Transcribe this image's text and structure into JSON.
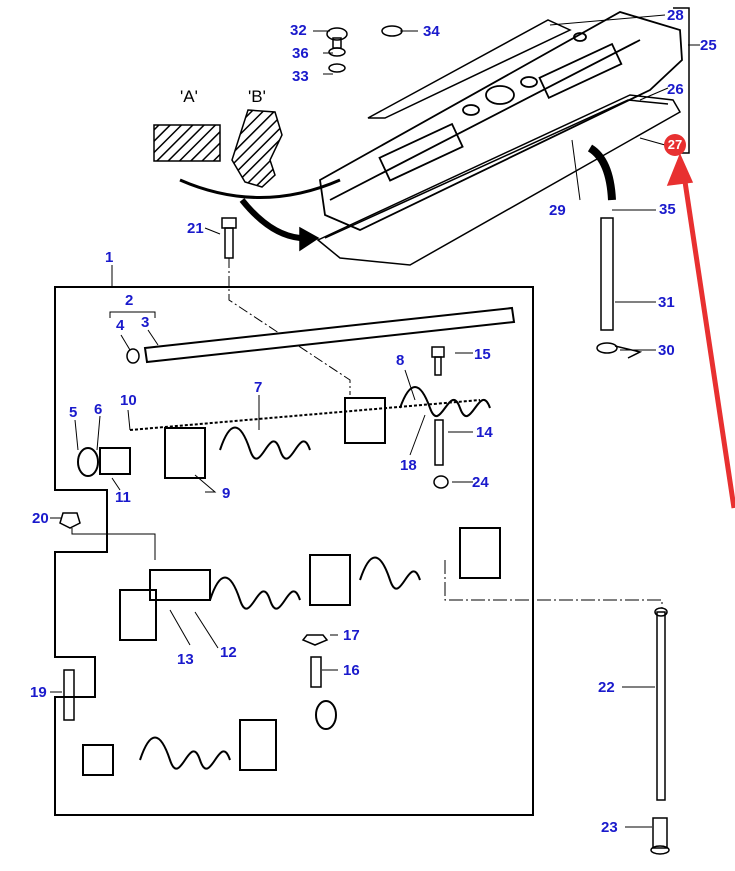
{
  "diagram": {
    "title": "Rocker shaft assembly and rocker cover exploded view",
    "section_views": [
      {
        "id": "A",
        "label": "'A'"
      },
      {
        "id": "B",
        "label": "'B'"
      }
    ],
    "callouts": [
      {
        "n": "1"
      },
      {
        "n": "2"
      },
      {
        "n": "3"
      },
      {
        "n": "4"
      },
      {
        "n": "5"
      },
      {
        "n": "6"
      },
      {
        "n": "7"
      },
      {
        "n": "8"
      },
      {
        "n": "9"
      },
      {
        "n": "10"
      },
      {
        "n": "11"
      },
      {
        "n": "12"
      },
      {
        "n": "13"
      },
      {
        "n": "14"
      },
      {
        "n": "15"
      },
      {
        "n": "16"
      },
      {
        "n": "17"
      },
      {
        "n": "18"
      },
      {
        "n": "19"
      },
      {
        "n": "20"
      },
      {
        "n": "21"
      },
      {
        "n": "22"
      },
      {
        "n": "23"
      },
      {
        "n": "24"
      },
      {
        "n": "25"
      },
      {
        "n": "26"
      },
      {
        "n": "27"
      },
      {
        "n": "28"
      },
      {
        "n": "29"
      },
      {
        "n": "30"
      },
      {
        "n": "31"
      },
      {
        "n": "32"
      },
      {
        "n": "33"
      },
      {
        "n": "34"
      },
      {
        "n": "35"
      },
      {
        "n": "36"
      }
    ],
    "highlighted_callout": "27",
    "colors": {
      "callout": "#1a1acc",
      "highlight": "#e83030",
      "line": "#000000"
    }
  }
}
